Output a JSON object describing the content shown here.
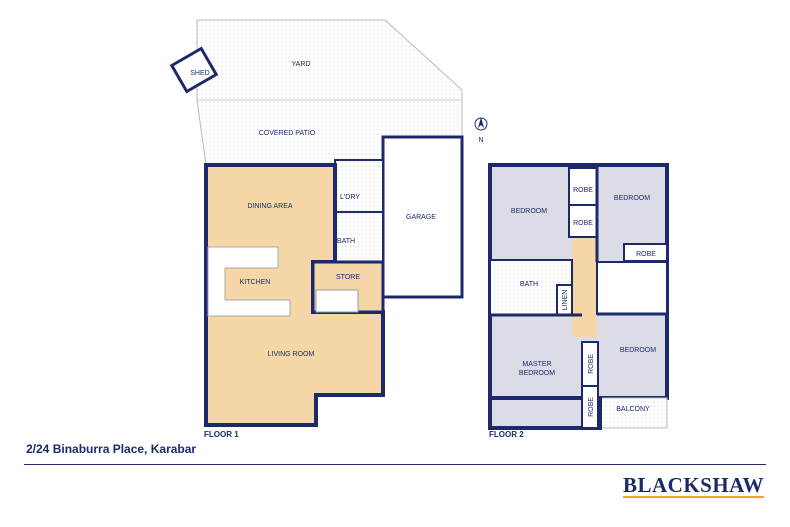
{
  "colors": {
    "wall": "#1c2a6b",
    "floor1_fill": "#f5d6a6",
    "floor2_fill": "#dcdce6",
    "accent": "#f2a71b"
  },
  "floor1": {
    "label": "FLOOR 1",
    "rooms": {
      "yard": "YARD",
      "shed": "SHED",
      "patio": "COVERED PATIO",
      "dining": "DINING AREA",
      "laundry": "L'DRY",
      "bath": "BATH",
      "garage": "GARAGE",
      "kitchen": "KITCHEN",
      "store": "STORE",
      "living": "LIVING ROOM"
    }
  },
  "floor2": {
    "label": "FLOOR 2",
    "rooms": {
      "bed1": "BEDROOM",
      "robe1": "ROBE",
      "robe2": "ROBE",
      "bed2": "BEDROOM",
      "robe3": "ROBE",
      "bath": "BATH",
      "linen": "LINEN",
      "master1": "MASTER",
      "master2": "BEDROOM",
      "robe4": "ROBE",
      "bed3": "BEDROOM",
      "robe5": "ROBE",
      "balcony": "BALCONY"
    }
  },
  "compass": {
    "label": "N",
    "icon": "north-arrow-icon"
  },
  "address": "2/24 Binaburra Place, Karabar",
  "brand": "BLACKSHAW"
}
